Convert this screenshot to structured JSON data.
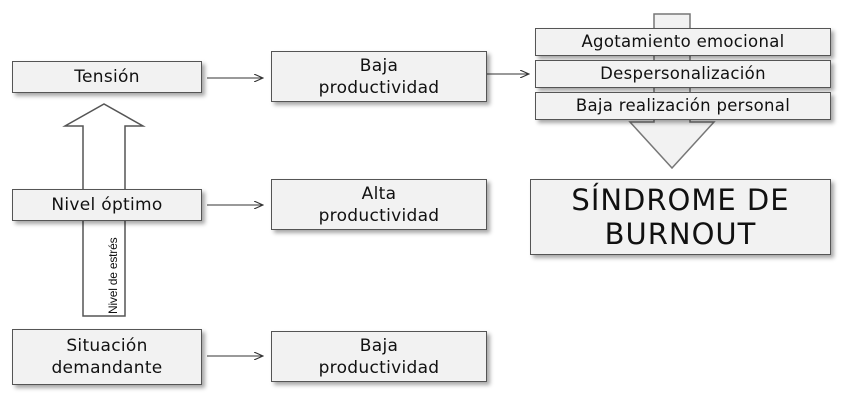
{
  "left_column": {
    "tension": "Tensión",
    "optimal_level": "Nivel óptimo",
    "demanding_situation": "Situación\ndemandante",
    "stress_axis_label": "Nivel de estrés"
  },
  "middle_column": {
    "low_productivity_top": "Baja\nproductividad",
    "high_productivity": "Alta\nproductividad",
    "low_productivity_bottom": "Baja\nproductividad"
  },
  "burnout_dimensions": [
    "Agotamiento emocional",
    "Despersonalización",
    "Baja realización personal"
  ],
  "result": "SÍNDROME DE\nBURNOUT"
}
